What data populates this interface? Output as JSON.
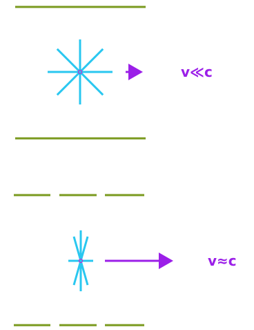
{
  "colors": {
    "plate": "#7a9a1e",
    "field": "#29c7f0",
    "arrow": "#9b1fe8",
    "charge": "#c42bd4",
    "label": "#9b1fe8"
  },
  "slow_case": {
    "label": "v≪c",
    "field_line_count": 8
  },
  "fast_case": {
    "label": "v≈c"
  }
}
